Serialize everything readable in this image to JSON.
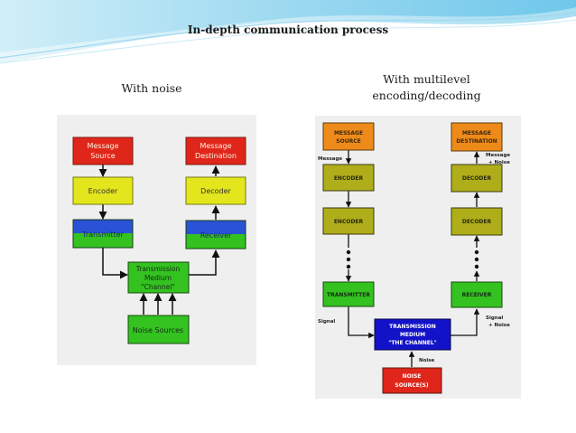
{
  "slide": {
    "title": "In-depth communication process",
    "left_caption": "With noise",
    "right_caption_line1": "With multilevel",
    "right_caption_line2": "encoding/decoding"
  },
  "left_diagram": {
    "message_source_line1": "Message",
    "message_source_line2": "Source",
    "encoder": "Encoder",
    "transmitter": "Transmitter",
    "message_destination_line1": "Message",
    "message_destination_line2": "Destination",
    "decoder": "Decoder",
    "receiver": "Receiver",
    "channel_line1": "Transmission",
    "channel_line2": "Medium",
    "channel_line3": "\"Channel\"",
    "noise_sources": "Noise Sources"
  },
  "right_diagram": {
    "message_source_line1": "MESSAGE",
    "message_source_line2": "SOURCE",
    "message_label": "Message",
    "encoder_1": "ENCODER",
    "encoder_2": "ENCODER",
    "transmitter": "TRANSMITTER",
    "signal_label": "Signal",
    "message_destination_line1": "MESSAGE",
    "message_destination_line2": "DESTINATION",
    "message_noise_label_line1": "Message",
    "message_noise_label_line2": "+ Noise",
    "decoder_1": "DECODER",
    "decoder_2": "DECODER",
    "receiver": "RECEIVER",
    "signal_noise_label_line1": "Signal",
    "signal_noise_label_line2": "+ Noise",
    "channel_line1": "TRANSMISSION",
    "channel_line2": "MEDIUM",
    "channel_line3": "\"THE CHANNEL\"",
    "noise_label": "Noise",
    "noise_sources_line1": "NOISE",
    "noise_sources_line2": "SOURCE(S)"
  },
  "colors": {
    "red": "#e0261a",
    "yellow": "#e3e61d",
    "green": "#33c21f",
    "blue": "#2a52d6",
    "olive": "#b0ad1a",
    "orange": "#ee8a1a",
    "navy": "#1212c9",
    "panel_bg": "#efefef"
  }
}
